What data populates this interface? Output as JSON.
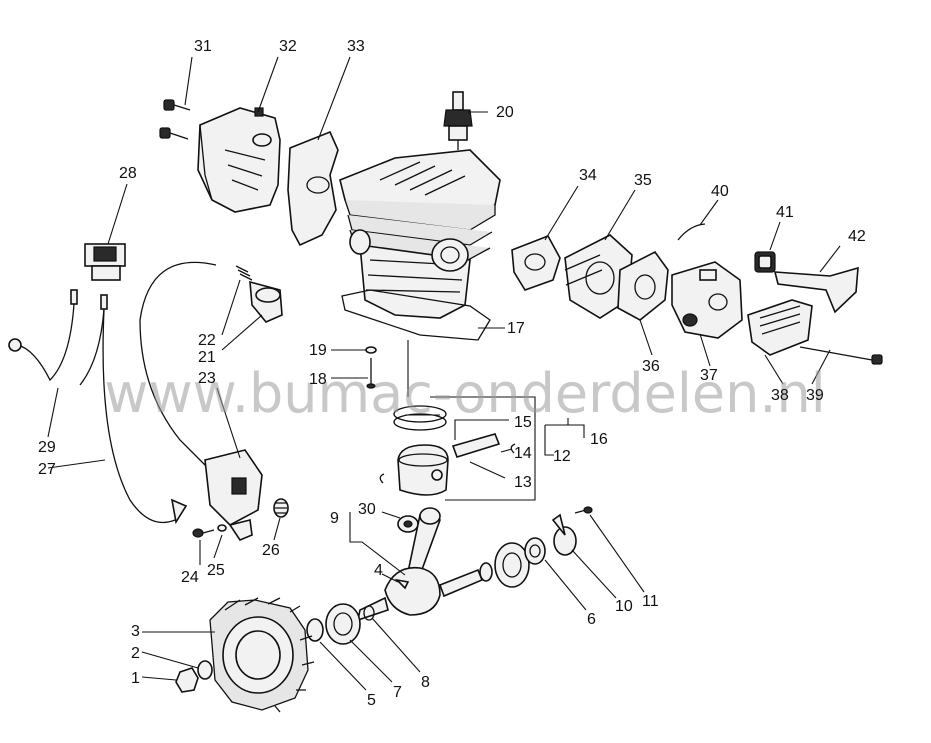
{
  "watermark": "www.bumac-onderdelen.nl",
  "callouts": [
    "1",
    "2",
    "3",
    "4",
    "5",
    "6",
    "7",
    "8",
    "9",
    "10",
    "11",
    "12",
    "13",
    "14",
    "15",
    "16",
    "17",
    "18",
    "19",
    "20",
    "21",
    "22",
    "23",
    "24",
    "25",
    "26",
    "27",
    "28",
    "29",
    "30",
    "31",
    "32",
    "33",
    "34",
    "35",
    "36",
    "37",
    "38",
    "39",
    "40",
    "41",
    "42"
  ]
}
